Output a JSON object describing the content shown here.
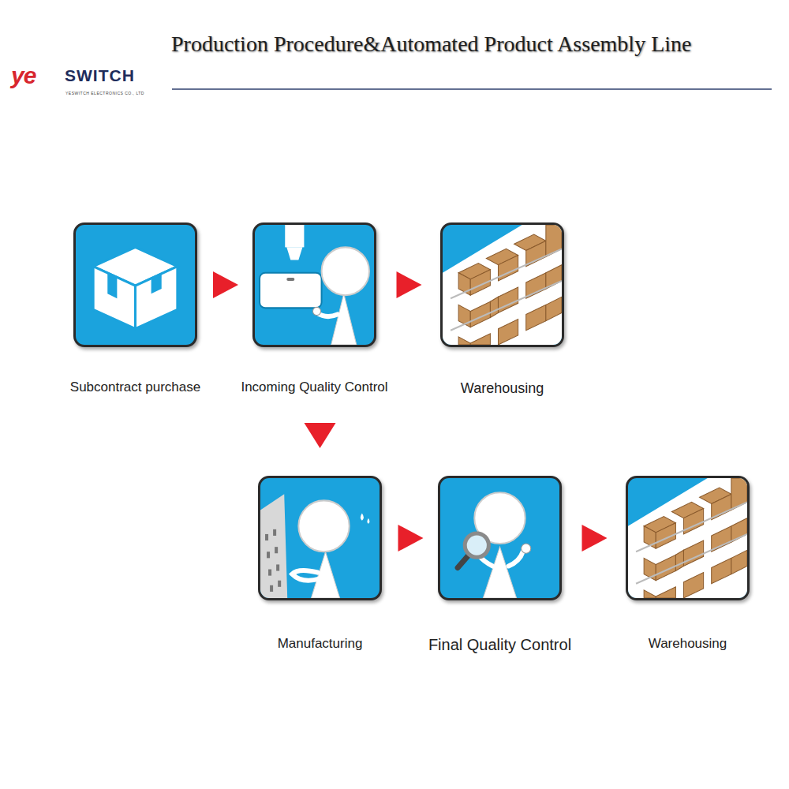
{
  "diagram": {
    "title": "Production Procedure&Automated Product Assembly Line",
    "nodes": [
      {
        "text": [
          "Subcontract purchase"
        ]
      },
      {
        "text": [
          "Incoming Quality Control"
        ]
      },
      {
        "text": [
          "Warehousing"
        ]
      },
      {
        "text": [
          "Manufacturing"
        ]
      },
      {
        "text": [
          "Final Quality Control"
        ]
      },
      {
        "text": [
          "Warehousing"
        ]
      }
    ],
    "edges": [
      {
        "from": 0,
        "to": 1,
        "arrow": "to"
      },
      {
        "from": 1,
        "to": 2,
        "arrow": "to"
      },
      {
        "from": 1,
        "to": 3,
        "arrow": "to"
      },
      {
        "from": 3,
        "to": 4,
        "arrow": "to"
      },
      {
        "from": 4,
        "to": 5,
        "arrow": "to"
      }
    ],
    "labels": [
      "ye",
      "SWITCH",
      "YESWITCH ELECTRONICS CO., LTD"
    ]
  }
}
